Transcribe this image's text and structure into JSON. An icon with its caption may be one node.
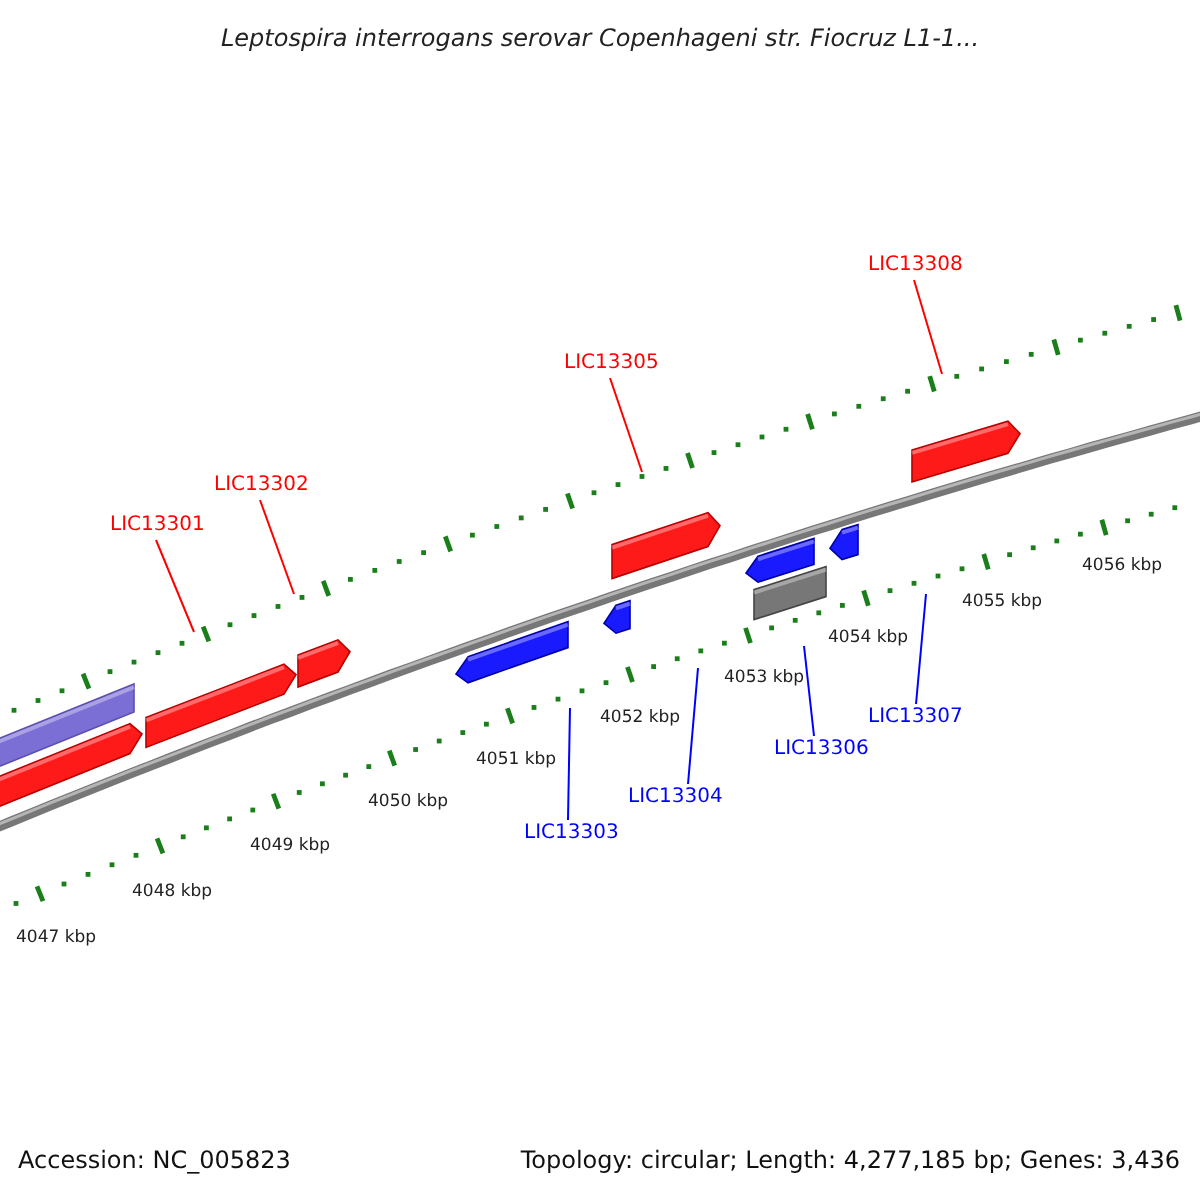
{
  "diagram": {
    "title": "Leptospira interrogans serovar Copenhageni str. Fiocruz L1-1...",
    "nodes": [
      {
        "text": [
          "LIC13301"
        ]
      },
      {
        "text": [
          "LIC13302"
        ]
      },
      {
        "text": [
          "LIC13305"
        ]
      },
      {
        "text": [
          "LIC13308"
        ]
      },
      {
        "text": [
          "LIC13303"
        ]
      },
      {
        "text": [
          "LIC13304"
        ]
      },
      {
        "text": [
          "LIC13306"
        ]
      },
      {
        "text": [
          "LIC13307"
        ]
      }
    ],
    "edges": [
      {
        "from": 0,
        "to": null,
        "arrow": "none",
        "color": "#ff0000"
      },
      {
        "from": 1,
        "to": null,
        "arrow": "none",
        "color": "#ff0000"
      },
      {
        "from": 2,
        "to": null,
        "arrow": "none",
        "color": "#ff0000"
      },
      {
        "from": 3,
        "to": null,
        "arrow": "none",
        "color": "#ff0000"
      },
      {
        "from": 4,
        "to": null,
        "arrow": "none",
        "color": "#0000ff"
      },
      {
        "from": 5,
        "to": null,
        "arrow": "none",
        "color": "#0000ff"
      },
      {
        "from": 6,
        "to": null,
        "arrow": "none",
        "color": "#0000ff"
      },
      {
        "from": 7,
        "to": null,
        "arrow": "none",
        "color": "#0000ff"
      }
    ],
    "labels": [
      "4047 kbp",
      "4048 kbp",
      "4049 kbp",
      "4050 kbp",
      "4051 kbp",
      "4052 kbp",
      "4053 kbp",
      "4054 kbp",
      "4055 kbp",
      "4056 kbp",
      "Accession: NC_005823",
      "Topology: circular; Length: 4,277,185 bp; Genes: 3,436"
    ]
  }
}
